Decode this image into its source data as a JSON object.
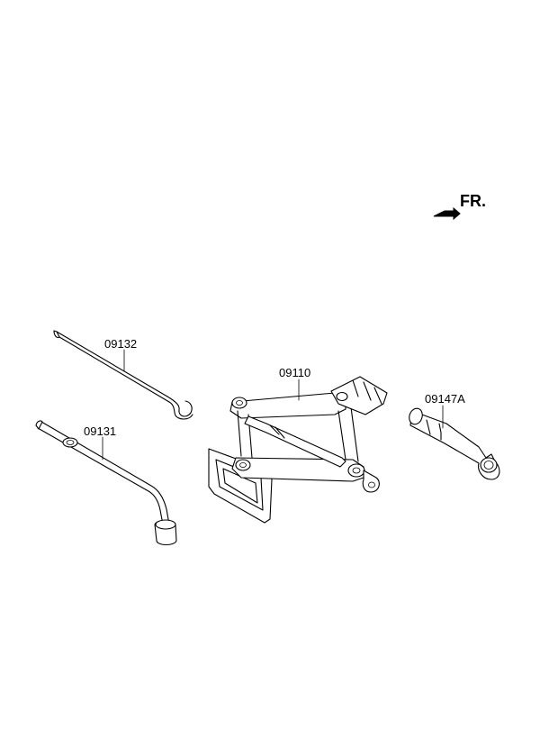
{
  "direction_label": "FR.",
  "parts": {
    "tool_hook": "09132",
    "wheel_wrench": "09131",
    "jack": "09110",
    "towing_hook": "09147A"
  }
}
